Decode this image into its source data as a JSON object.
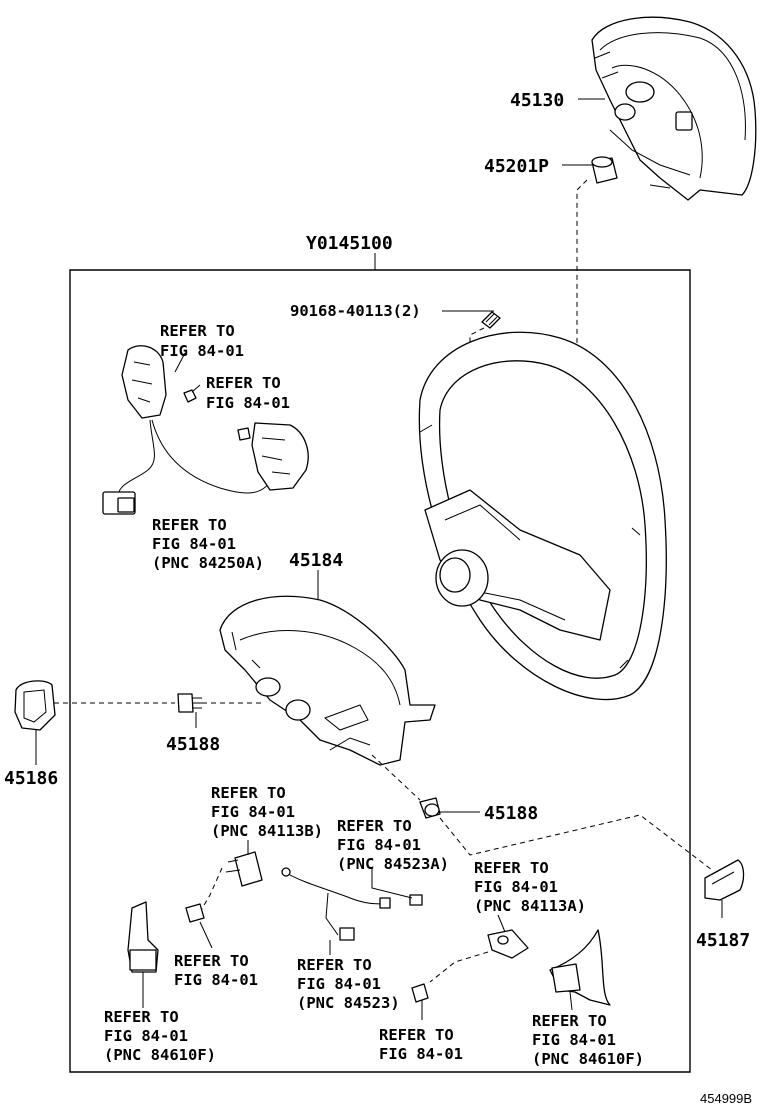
{
  "diagram": {
    "callouts": {
      "p45130": "45130",
      "p45201p": "45201P",
      "assembly": "Y0145100",
      "bolt": "90168-40113(2)",
      "p45184": "45184",
      "p45188a": "45188",
      "p45188b": "45188",
      "p45186": "45186",
      "p45187": "45187"
    },
    "refers": {
      "r1": {
        "l1": "REFER TO",
        "l2": "FIG 84-01"
      },
      "r2": {
        "l1": "REFER TO",
        "l2": "FIG 84-01"
      },
      "r3": {
        "l1": "REFER TO",
        "l2": "FIG 84-01",
        "l3": "(PNC 84250A)"
      },
      "r4": {
        "l1": "REFER TO",
        "l2": "FIG 84-01",
        "l3": "(PNC 84113B)"
      },
      "r5": {
        "l1": "REFER TO",
        "l2": "FIG 84-01",
        "l3": "(PNC 84523A)"
      },
      "r6": {
        "l1": "REFER TO",
        "l2": "FIG 84-01",
        "l3": "(PNC 84113A)"
      },
      "r7": {
        "l1": "REFER TO",
        "l2": "FIG 84-01"
      },
      "r8": {
        "l1": "REFER TO",
        "l2": "FIG 84-01",
        "l3": "(PNC 84523)"
      },
      "r9": {
        "l1": "REFER TO",
        "l2": "FIG 84-01",
        "l3": "(PNC 84610F)"
      },
      "r10": {
        "l1": "REFER TO",
        "l2": "FIG 84-01"
      },
      "r11": {
        "l1": "REFER TO",
        "l2": "FIG 84-01",
        "l3": "(PNC 84610F)"
      }
    },
    "figure_id": "454999B"
  }
}
